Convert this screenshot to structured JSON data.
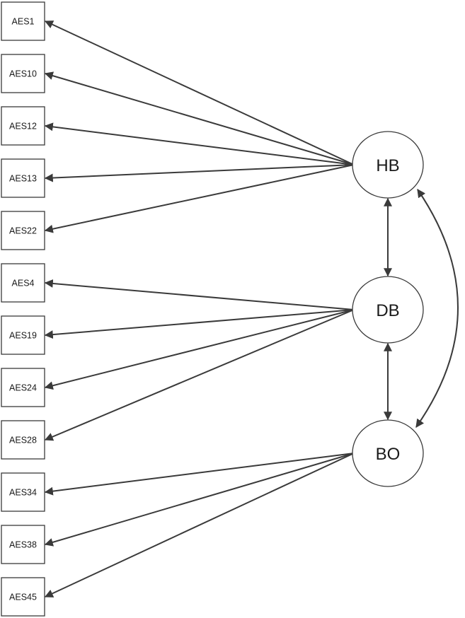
{
  "diagram": {
    "latents": [
      {
        "id": "HB",
        "label": "HB"
      },
      {
        "id": "DB",
        "label": "DB"
      },
      {
        "id": "BO",
        "label": "BO"
      }
    ],
    "indicators": [
      {
        "label": "AES1",
        "factor": "HB"
      },
      {
        "label": "AES10",
        "factor": "HB"
      },
      {
        "label": "AES12",
        "factor": "HB"
      },
      {
        "label": "AES13",
        "factor": "HB"
      },
      {
        "label": "AES22",
        "factor": "HB"
      },
      {
        "label": "AES4",
        "factor": "DB"
      },
      {
        "label": "AES19",
        "factor": "DB"
      },
      {
        "label": "AES24",
        "factor": "DB"
      },
      {
        "label": "AES28",
        "factor": "DB"
      },
      {
        "label": "AES34",
        "factor": "BO"
      },
      {
        "label": "AES38",
        "factor": "BO"
      },
      {
        "label": "AES45",
        "factor": "BO"
      }
    ],
    "covariances": [
      {
        "from": "HB",
        "to": "DB"
      },
      {
        "from": "DB",
        "to": "BO"
      },
      {
        "from": "HB",
        "to": "BO"
      }
    ]
  }
}
